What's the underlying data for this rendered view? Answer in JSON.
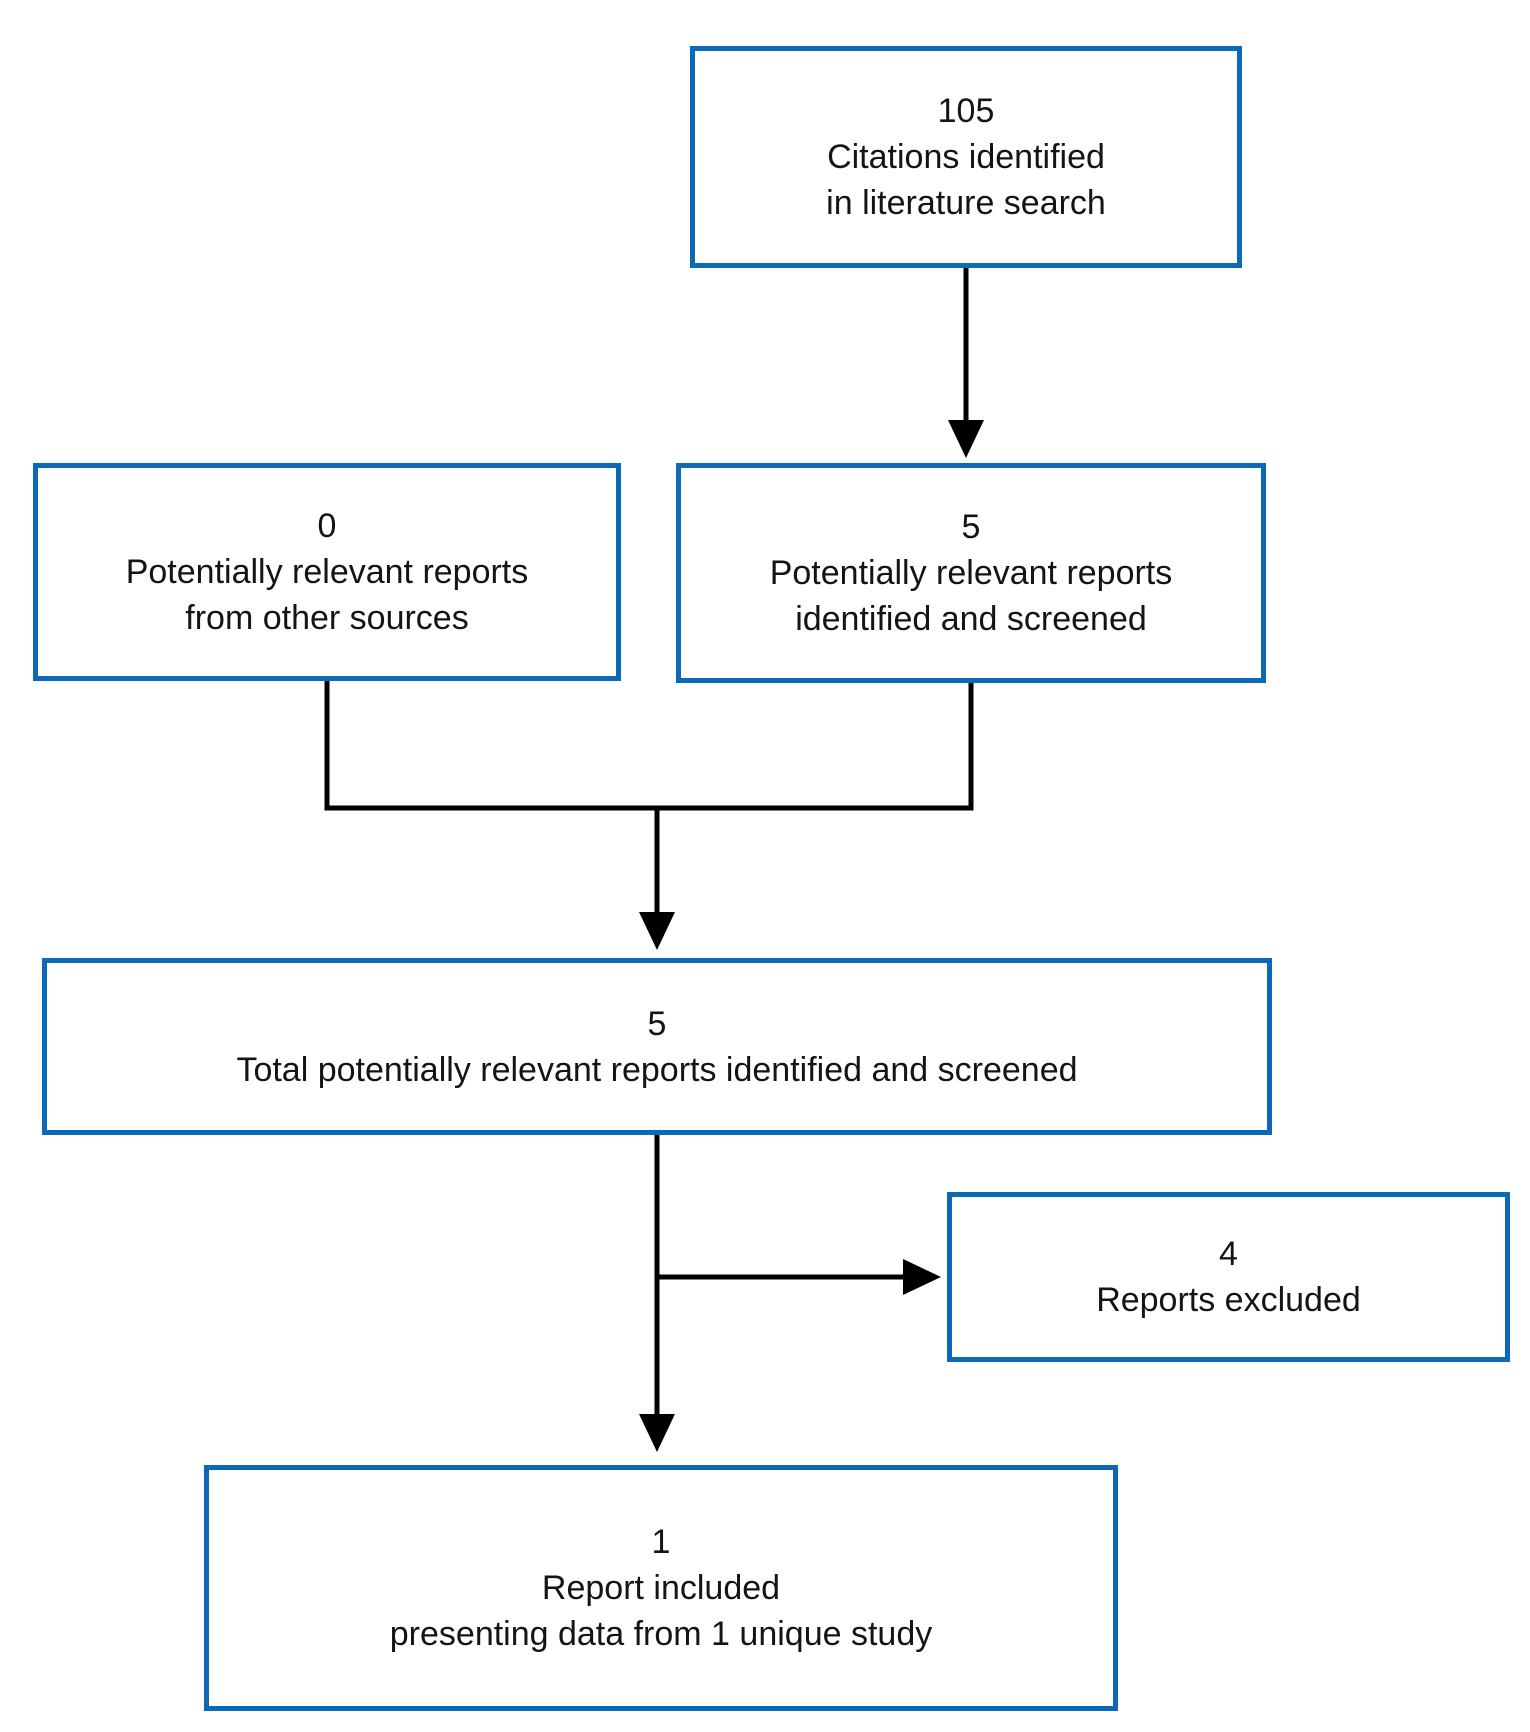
{
  "colors": {
    "box_border": "#0b69b5",
    "connector": "#000000",
    "text": "#141414",
    "background": "#ffffff"
  },
  "boxes": {
    "citations": {
      "value": "105",
      "line1": "Citations identified",
      "line2": "in literature search"
    },
    "other_sources": {
      "value": "0",
      "line1": "Potentially relevant reports",
      "line2": "from other sources"
    },
    "screened": {
      "value": "5",
      "line1": "Potentially relevant reports",
      "line2": "identified and screened"
    },
    "total": {
      "value": "5",
      "line1": "Total potentially relevant reports identified and screened"
    },
    "excluded": {
      "value": "4",
      "line1": "Reports excluded"
    },
    "included": {
      "value": "1",
      "line1": "Report included",
      "line2": "presenting data from 1 unique study"
    }
  }
}
